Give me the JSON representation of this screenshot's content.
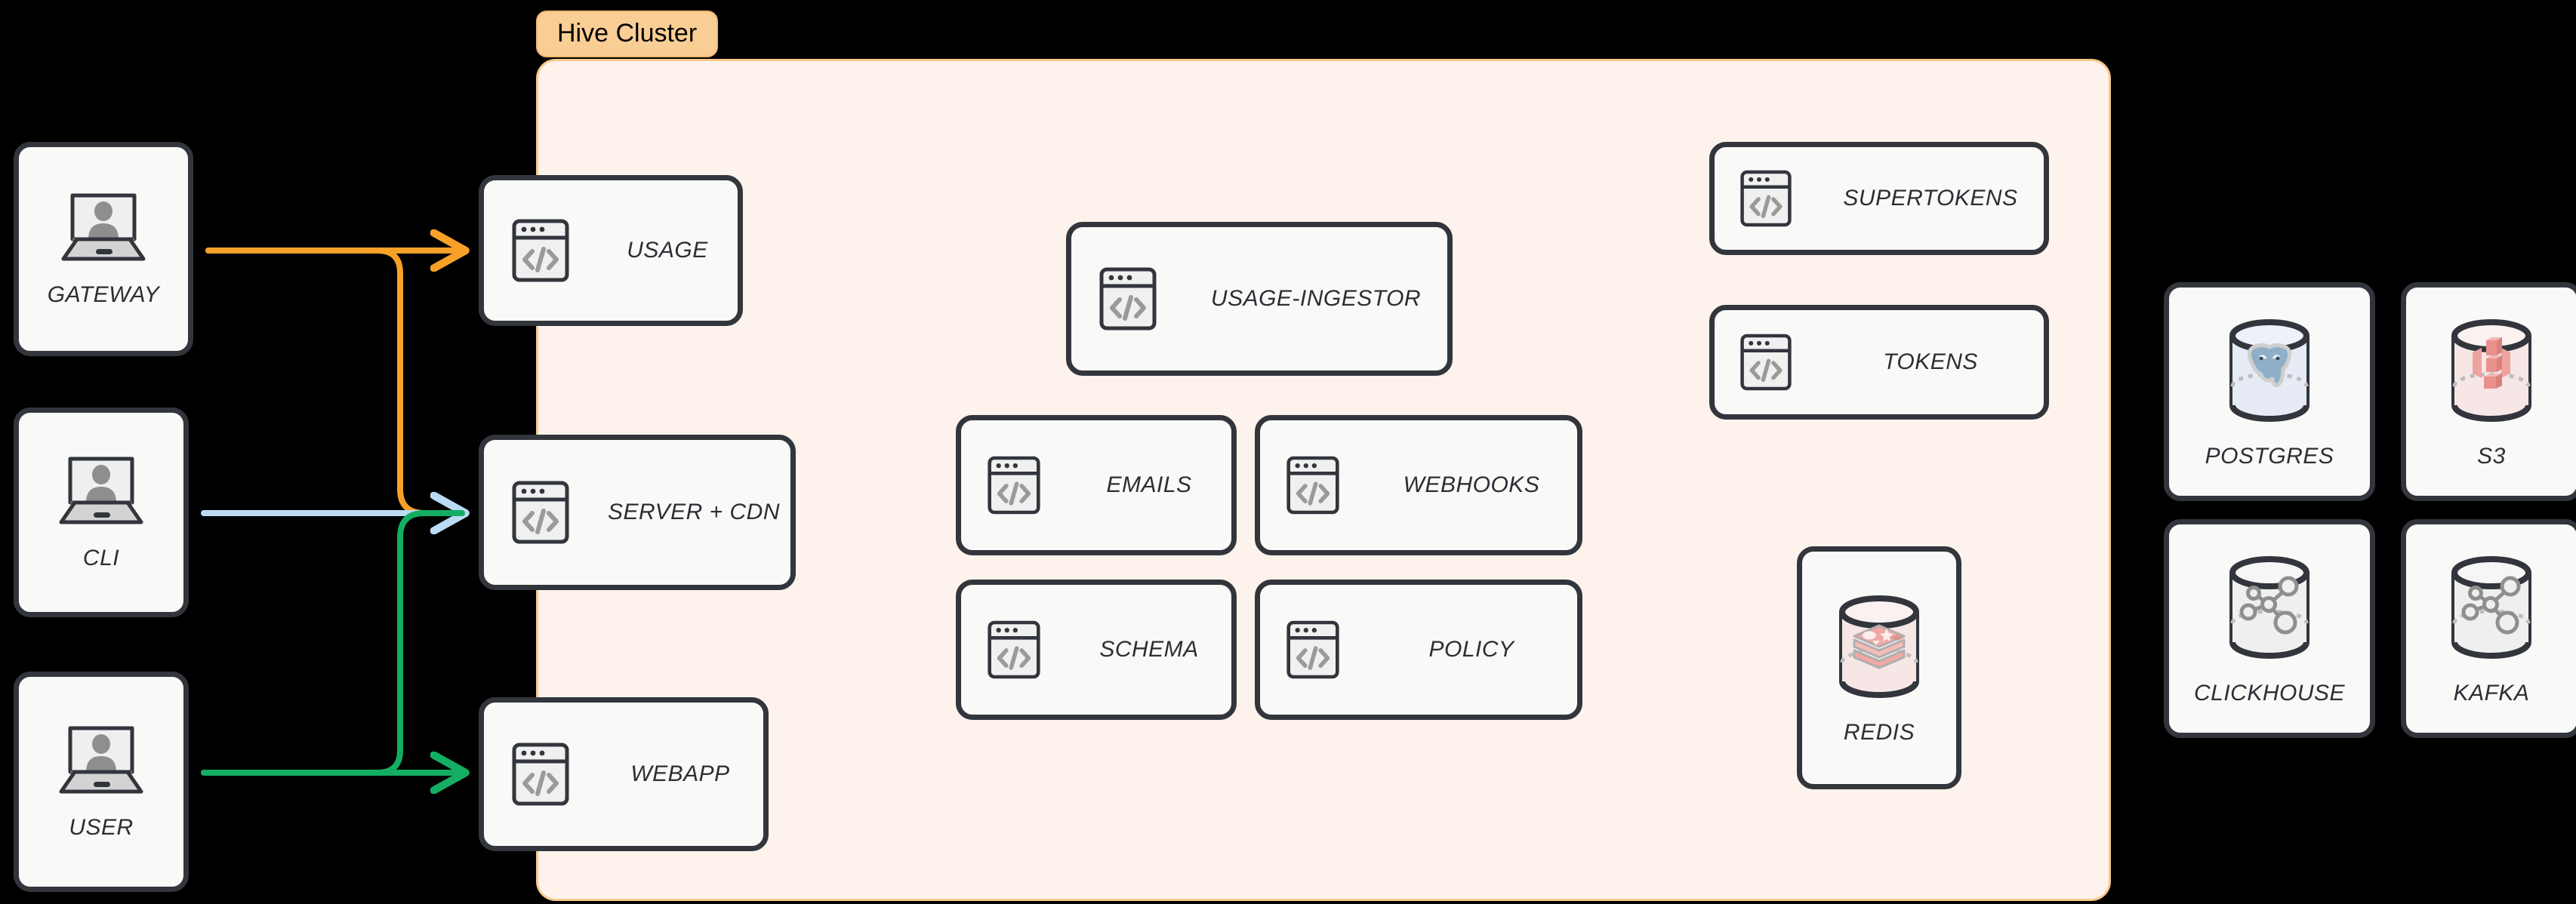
{
  "diagram": {
    "background_color": "#000000",
    "cluster": {
      "badge_label": "Hive Cluster",
      "badge_bg": "#F9CE95",
      "panel_bg": "#FDF3EC",
      "panel_border": "#F7C98B"
    },
    "card_style": {
      "fill": "#F9F9F8",
      "border": "#32363C"
    }
  },
  "clients": [
    {
      "id": "gateway",
      "label": "GATEWAY",
      "icon": "laptop-user-icon"
    },
    {
      "id": "cli",
      "label": "CLI",
      "icon": "laptop-user-icon"
    },
    {
      "id": "user",
      "label": "USER",
      "icon": "laptop-user-icon"
    }
  ],
  "edge_services": [
    {
      "id": "usage",
      "label": "USAGE",
      "icon": "code-window-icon"
    },
    {
      "id": "server-cdn",
      "label": "SERVER + CDN",
      "icon": "code-window-icon"
    },
    {
      "id": "webapp",
      "label": "WEBAPP",
      "icon": "code-window-icon"
    }
  ],
  "core_services": [
    {
      "id": "usage-ingestor",
      "label": "USAGE-INGESTOR",
      "icon": "code-window-icon"
    },
    {
      "id": "emails",
      "label": "EMAILS",
      "icon": "code-window-icon"
    },
    {
      "id": "webhooks",
      "label": "WEBHOOKS",
      "icon": "code-window-icon"
    },
    {
      "id": "schema",
      "label": "SCHEMA",
      "icon": "code-window-icon"
    },
    {
      "id": "policy",
      "label": "POLICY",
      "icon": "code-window-icon"
    }
  ],
  "auth_services": [
    {
      "id": "supertokens",
      "label": "SUPERTOKENS",
      "icon": "code-window-icon"
    },
    {
      "id": "tokens",
      "label": "TOKENS",
      "icon": "code-window-icon"
    }
  ],
  "cluster_datastores": [
    {
      "id": "redis",
      "label": "REDIS",
      "icon": "redis-cylinder-icon",
      "accent": "#F0A8A3"
    }
  ],
  "external_datastores": [
    {
      "id": "postgres",
      "label": "POSTGRES",
      "icon": "postgres-cylinder-icon",
      "accent": "#8FAFC9"
    },
    {
      "id": "s3",
      "label": "S3",
      "icon": "s3-cylinder-icon",
      "accent": "#E08A85"
    },
    {
      "id": "clickhouse",
      "label": "CLICKHOUSE",
      "icon": "nodegraph-cylinder-icon",
      "accent": "#9A9A9A"
    },
    {
      "id": "kafka",
      "label": "KAFKA",
      "icon": "nodegraph-cylinder-icon",
      "accent": "#9A9A9A"
    }
  ],
  "connections": [
    {
      "id": "gateway-usage",
      "from": "GATEWAY",
      "to": "USAGE",
      "color": "#F8A128"
    },
    {
      "id": "gateway-server-cdn",
      "from": "GATEWAY",
      "to": "SERVER + CDN",
      "color": "#F8A128"
    },
    {
      "id": "cli-server-cdn",
      "from": "CLI",
      "to": "SERVER + CDN",
      "color": "#BBDBF5"
    },
    {
      "id": "user-webapp",
      "from": "USER",
      "to": "WEBAPP",
      "color": "#13AE63"
    },
    {
      "id": "user-server-cdn",
      "from": "USER",
      "to": "SERVER + CDN",
      "color": "#13AE63"
    }
  ]
}
